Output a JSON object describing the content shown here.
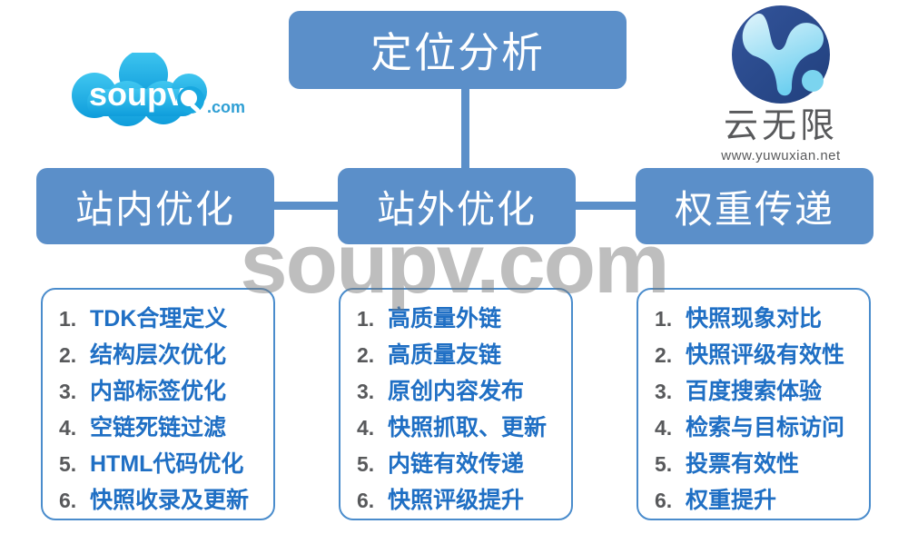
{
  "diagram": {
    "root": {
      "label": "定位分析"
    },
    "branches": [
      {
        "label": "站内优化"
      },
      {
        "label": "站外优化"
      },
      {
        "label": "权重传递"
      }
    ],
    "panels": [
      {
        "items": [
          {
            "num": "1.",
            "text": "TDK合理定义"
          },
          {
            "num": "2.",
            "text": "结构层次优化"
          },
          {
            "num": "3.",
            "text": "内部标签优化"
          },
          {
            "num": "4.",
            "text": "空链死链过滤"
          },
          {
            "num": "5.",
            "text": "HTML代码优化"
          },
          {
            "num": "6.",
            "text": "快照收录及更新"
          }
        ]
      },
      {
        "items": [
          {
            "num": "1.",
            "text": "高质量外链"
          },
          {
            "num": "2.",
            "text": "高质量友链"
          },
          {
            "num": "3.",
            "text": "原创内容发布"
          },
          {
            "num": "4.",
            "text": "快照抓取、更新"
          },
          {
            "num": "5.",
            "text": "内链有效传递"
          },
          {
            "num": "6.",
            "text": "快照评级提升"
          }
        ]
      },
      {
        "items": [
          {
            "num": "1.",
            "text": "快照现象对比"
          },
          {
            "num": "2.",
            "text": "快照评级有效性"
          },
          {
            "num": "3.",
            "text": "百度搜索体验"
          },
          {
            "num": "4.",
            "text": "检索与目标访问"
          },
          {
            "num": "5.",
            "text": "投票有效性"
          },
          {
            "num": "6.",
            "text": "权重提升"
          }
        ]
      }
    ]
  },
  "watermark": {
    "text": "soupv.com"
  },
  "logo_left": {
    "wordmark": "soupv",
    "suffix": ".com"
  },
  "logo_right": {
    "name": "云无限",
    "url": "www.yuwuxian.net"
  },
  "colors": {
    "box_blue": "#5b8fc9",
    "panel_border": "#4a8ccc",
    "item_text": "#1f6fc4",
    "item_num": "#58595b",
    "watermark": "#787878",
    "logo_cloud": "#29abe2",
    "logo_circle_dark": "#2b4d8e",
    "logo_mark_light": "#9fe0f5"
  }
}
